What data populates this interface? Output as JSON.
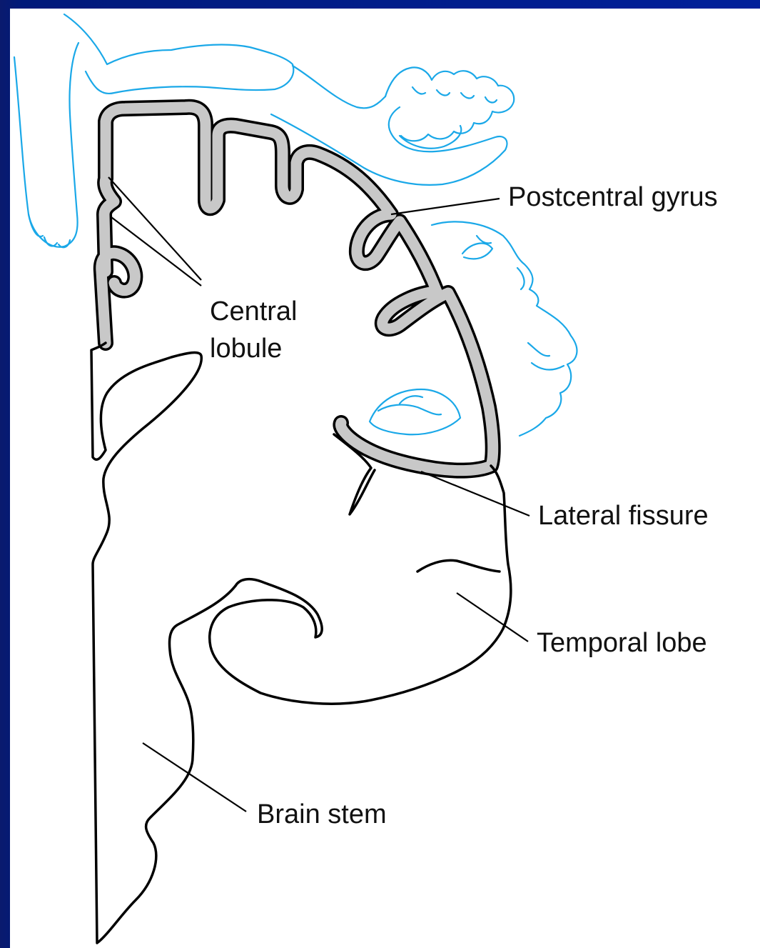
{
  "labels": {
    "postcentral_gyrus": "Postcentral gyrus",
    "central_lobule_line1": "Central",
    "central_lobule_line2": "lobule",
    "lateral_fissure": "Lateral fissure",
    "temporal_lobe": "Temporal lobe",
    "brain_stem": "Brain stem"
  },
  "colors": {
    "background": "#00209a",
    "panel": "#ffffff",
    "cortex_gray": "#c8c8c8",
    "homunculus_blue": "#1aa8e8",
    "ink": "#000000"
  }
}
